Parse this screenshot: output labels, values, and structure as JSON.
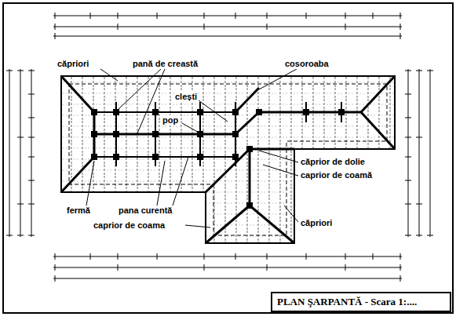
{
  "diagram": {
    "nodes": [
      {
        "text": [
          "PLAN ŞARPANTĂ - Scara 1:...."
        ]
      }
    ],
    "labels": [
      "căpriori",
      "pană de creastă",
      "cosoroaba",
      "clești",
      "pop",
      "căprior de dolie",
      "caprior de coamă",
      "fermă",
      "pana curentă",
      "caprior de coama",
      "căpriori"
    ]
  }
}
